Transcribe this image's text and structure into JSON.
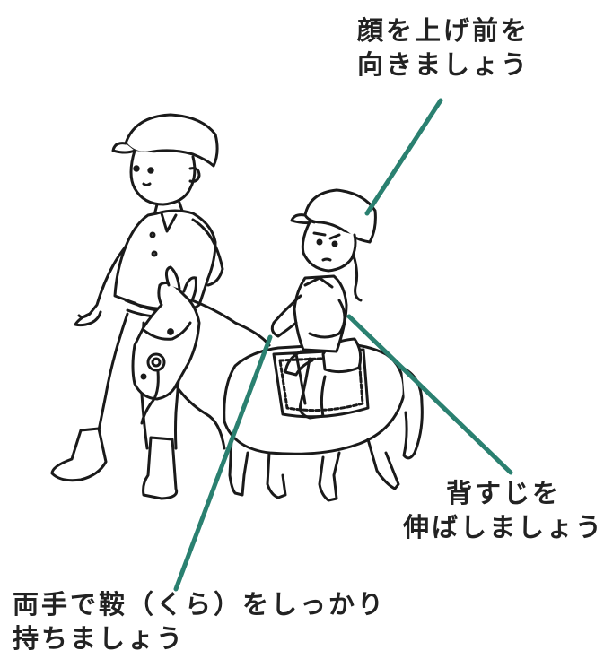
{
  "annotations": {
    "face_up": {
      "line1": "顔を上げ前を",
      "line2": "向きましょう"
    },
    "straight_back": {
      "line1": "背すじを",
      "line2": "伸ばしましょう"
    },
    "hold_saddle": {
      "line1": "両手で鞍（くら）をしっかり",
      "line2": "持ちましょう"
    }
  },
  "colors": {
    "leader_line": "#2a8070",
    "text": "#222222",
    "outline": "#1a1a1a"
  }
}
